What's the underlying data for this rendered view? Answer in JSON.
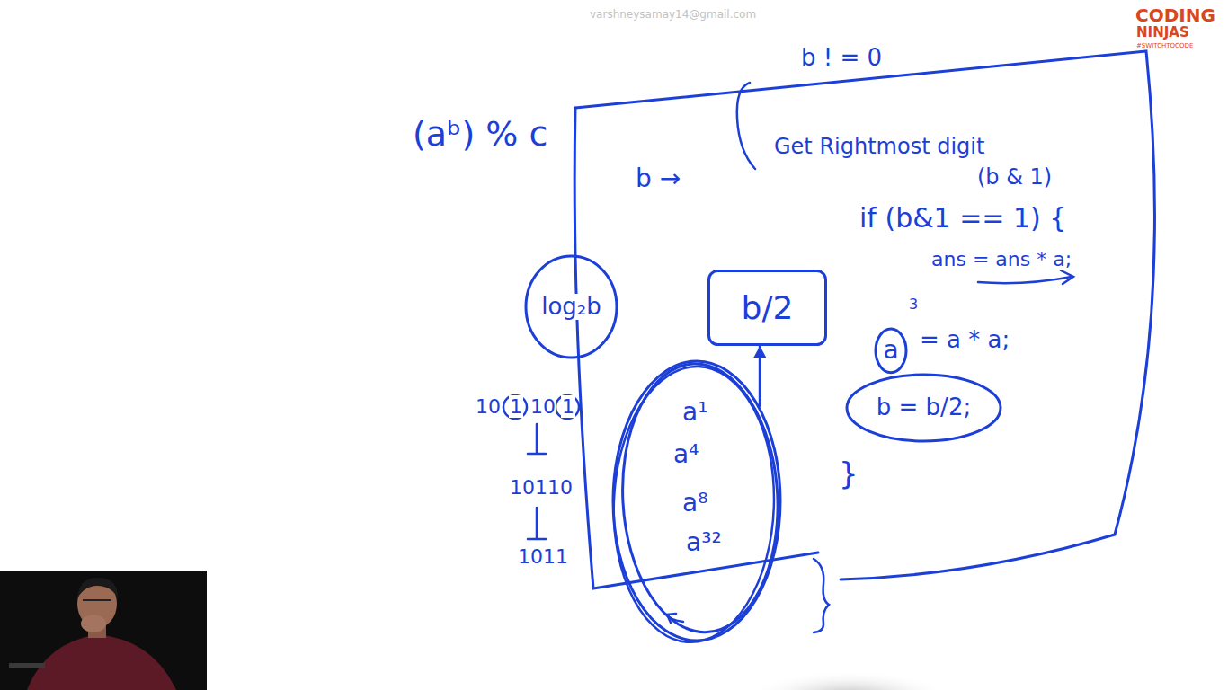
{
  "diagram": {
    "nodes": [
      {
        "text": [
          "b ! = 0",
          "b →",
          "Get Rightmost digit",
          "(b & 1)",
          "if (b&1 == 1) {",
          "ans = ans * a;",
          "3",
          "= a * a;",
          "}"
        ]
      },
      {
        "text": [
          "b/2"
        ],
        "in": 0
      },
      {
        "text": [
          "a"
        ],
        "in": 0
      },
      {
        "text": [
          "b = b/2;"
        ],
        "in": 0
      },
      {
        "text": [
          "a¹",
          "a⁴",
          "a⁸",
          "a³²"
        ],
        "in": 0
      },
      {
        "text": [
          "log₂b"
        ]
      }
    ],
    "edges": [
      {
        "from": 4,
        "to": 1,
        "arrow": "to"
      }
    ],
    "labels": [
      "varshneysamay14@gmail.com",
      "CODING",
      "NINJAS",
      "#SWITCHTOCODE",
      "(aᵇ) % c",
      "10",
      "1",
      "10",
      "1",
      "10110",
      "1011"
    ]
  }
}
